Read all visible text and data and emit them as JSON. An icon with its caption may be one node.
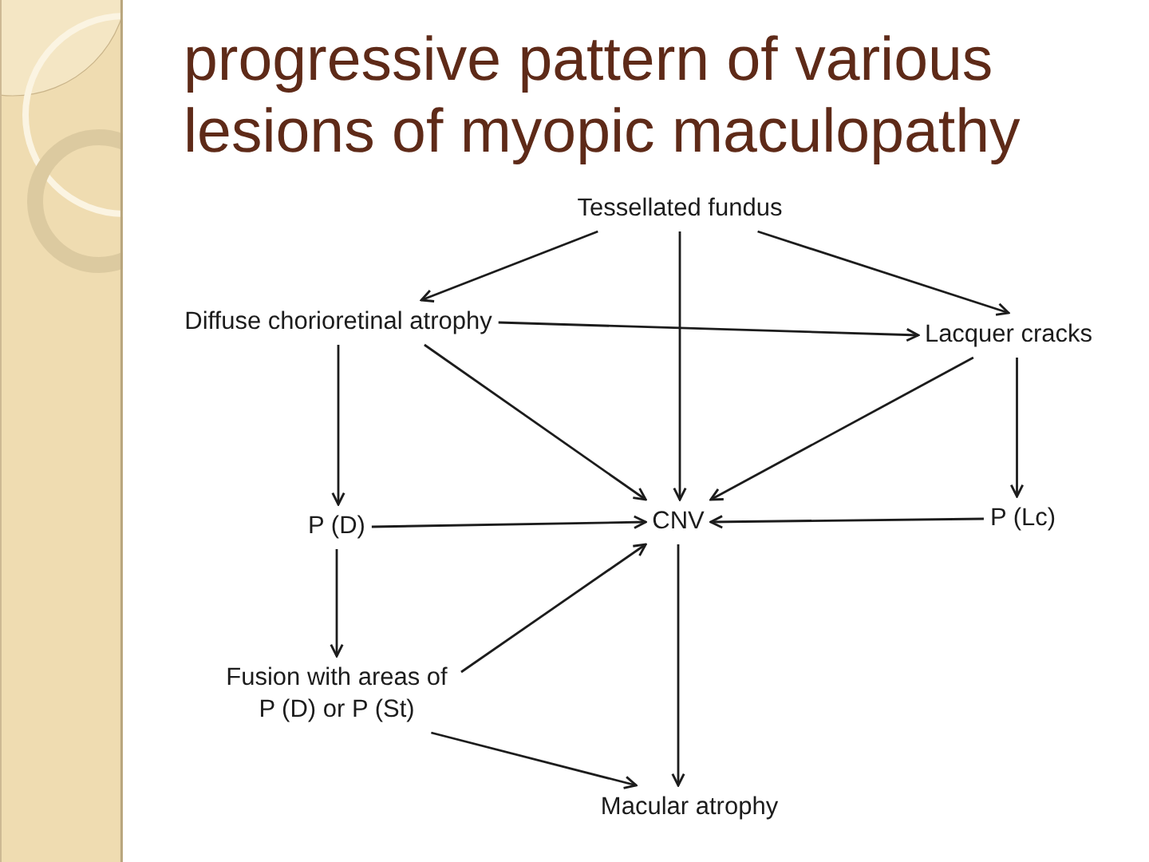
{
  "diagram": {
    "title": "progressive pattern of various lesions of myopic maculopathy",
    "nodes": [
      {
        "text": [
          "Tessellated fundus"
        ]
      },
      {
        "text": [
          "Diffuse chorioretinal atrophy"
        ]
      },
      {
        "text": [
          "Lacquer cracks"
        ]
      },
      {
        "text": [
          "P (D)"
        ]
      },
      {
        "text": [
          "CNV"
        ]
      },
      {
        "text": [
          "P (Lc)"
        ]
      },
      {
        "text": [
          "Fusion with areas of P (D) or P (St)"
        ]
      },
      {
        "text": [
          "Macular atrophy"
        ]
      }
    ],
    "edges": [
      {
        "from": 0,
        "to": 1,
        "arrow": "to"
      },
      {
        "from": 0,
        "to": 4,
        "arrow": "to"
      },
      {
        "from": 0,
        "to": 2,
        "arrow": "to"
      },
      {
        "from": 1,
        "to": 2,
        "arrow": "to"
      },
      {
        "from": 1,
        "to": 3,
        "arrow": "to"
      },
      {
        "from": 1,
        "to": 4,
        "arrow": "to"
      },
      {
        "from": 2,
        "to": 4,
        "arrow": "to"
      },
      {
        "from": 2,
        "to": 5,
        "arrow": "to"
      },
      {
        "from": 3,
        "to": 4,
        "arrow": "to"
      },
      {
        "from": 5,
        "to": 4,
        "arrow": "to"
      },
      {
        "from": 3,
        "to": 6,
        "arrow": "to"
      },
      {
        "from": 6,
        "to": 4,
        "arrow": "to"
      },
      {
        "from": 6,
        "to": 7,
        "arrow": "to"
      },
      {
        "from": 4,
        "to": 7,
        "arrow": "to"
      }
    ]
  }
}
